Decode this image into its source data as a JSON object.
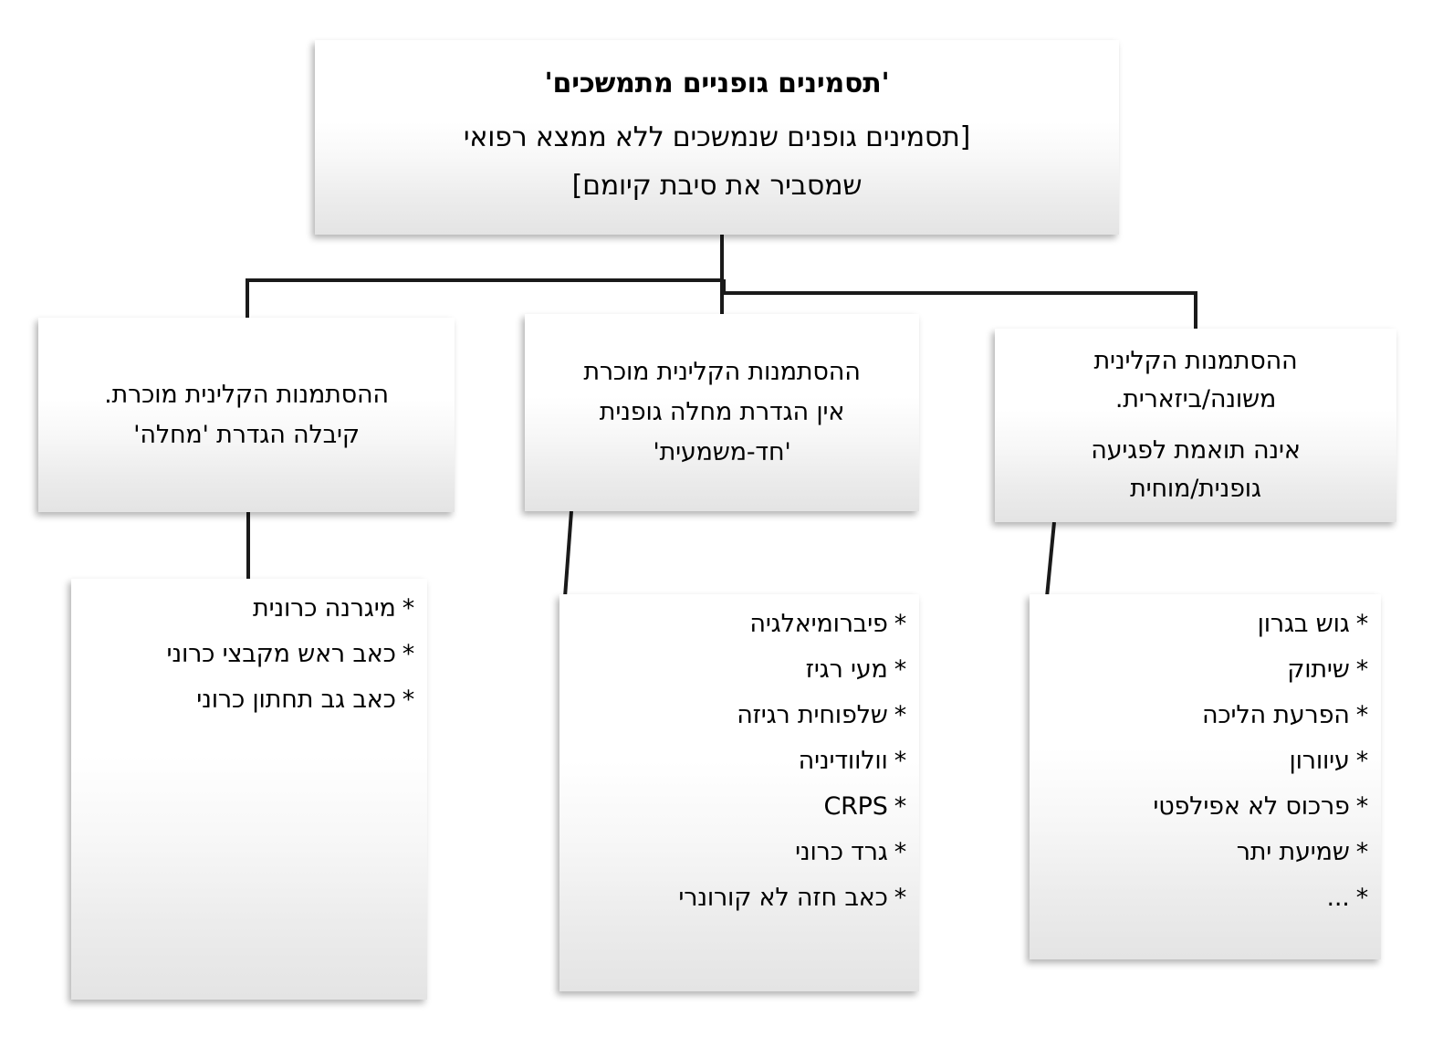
{
  "diagram": {
    "title_node": {
      "lines": [
        "'תסמינים גופניים מתמשכים'",
        "[תסמינים גופנים שנמשכים ללא ממצא רפואי",
        "שמסביר את סיבת קיומם]"
      ]
    },
    "categories": [
      {
        "id": "known-disease",
        "lines": [
          "ההסתמנות הקלינית מוכרת.",
          "קיבלה הגדרת 'מחלה'"
        ],
        "items": [
          "מיגרנה כרונית",
          "כאב ראש מקבצי כרוני",
          "כאב גב תחתון כרוני"
        ]
      },
      {
        "id": "no-clear-definition",
        "lines": [
          "ההסתמנות הקלינית מוכרת",
          "אין הגדרת מחלה גופנית",
          "'חד-משמעית'"
        ],
        "items": [
          "פיברומיאלגיה",
          "מעי רגיז",
          "שלפוחית רגיזה",
          "וולוודיניה",
          "CRPS",
          "גרד כרוני",
          "כאב חזה לא קורונרי"
        ]
      },
      {
        "id": "bizarre-presentation",
        "lines": [
          "ההסתמנות הקלינית",
          "משונה/ביזארית.",
          "אינה תואמת לפגיעה",
          "גופנית/מוחית"
        ],
        "items": [
          "גוש בגרון",
          "שיתוק",
          "הפרעת הליכה",
          "עיוורון",
          "פרכוס לא אפילפטי",
          "שמיעת יתר",
          "..."
        ]
      }
    ],
    "bullet": "*",
    "colors": {
      "background": "#ffffff",
      "box_top": "#ffffff",
      "box_bottom": "#e4e4e4",
      "text": "#000000",
      "connector": "#1a1a1a"
    }
  }
}
